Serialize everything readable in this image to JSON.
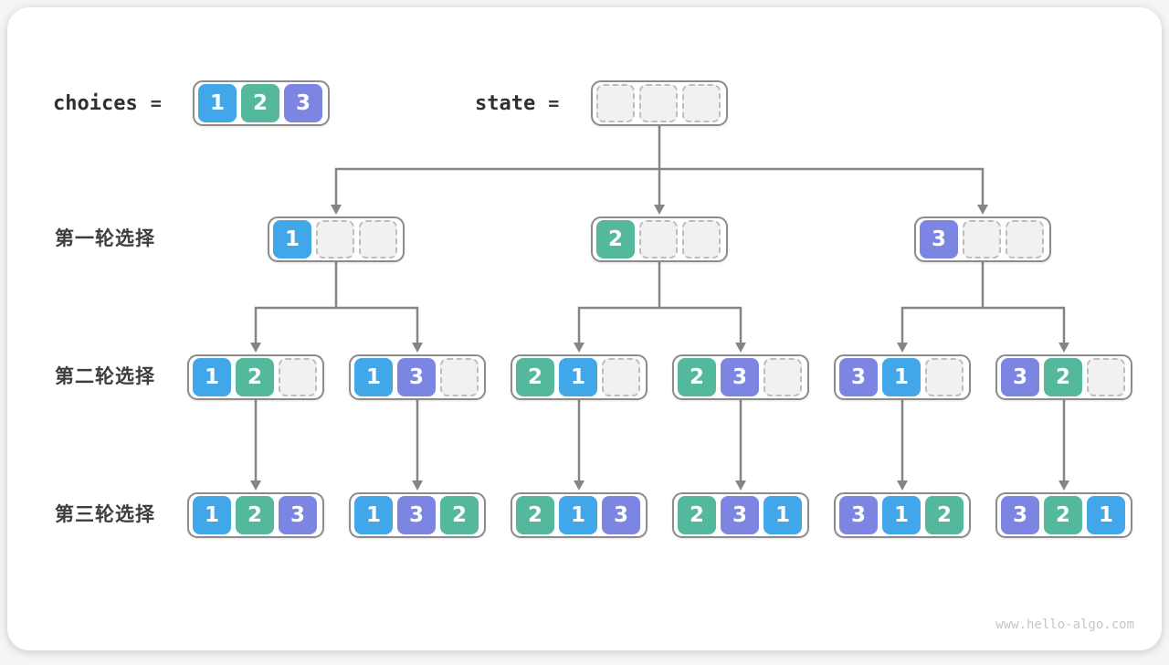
{
  "colors": {
    "c1": "#41A7E9",
    "c2": "#53B89C",
    "c3": "#7C86E2"
  },
  "header": {
    "choices_label": "choices",
    "choices_equals": "=",
    "choices_cells": [
      "1",
      "2",
      "3"
    ],
    "state_label": "state",
    "state_equals": "=",
    "state_cells": [
      "",
      "",
      ""
    ]
  },
  "rows": [
    {
      "label": "第一轮选择",
      "nodes": [
        [
          "1",
          "",
          ""
        ],
        [
          "2",
          "",
          ""
        ],
        [
          "3",
          "",
          ""
        ]
      ]
    },
    {
      "label": "第二轮选择",
      "nodes": [
        [
          "1",
          "2",
          ""
        ],
        [
          "1",
          "3",
          ""
        ],
        [
          "2",
          "1",
          ""
        ],
        [
          "2",
          "3",
          ""
        ],
        [
          "3",
          "1",
          ""
        ],
        [
          "3",
          "2",
          ""
        ]
      ]
    },
    {
      "label": "第三轮选择",
      "nodes": [
        [
          "1",
          "2",
          "3"
        ],
        [
          "1",
          "3",
          "2"
        ],
        [
          "2",
          "1",
          "3"
        ],
        [
          "2",
          "3",
          "1"
        ],
        [
          "3",
          "1",
          "2"
        ],
        [
          "3",
          "2",
          "1"
        ]
      ]
    }
  ],
  "footer": {
    "watermark": "www.hello-algo.com"
  }
}
